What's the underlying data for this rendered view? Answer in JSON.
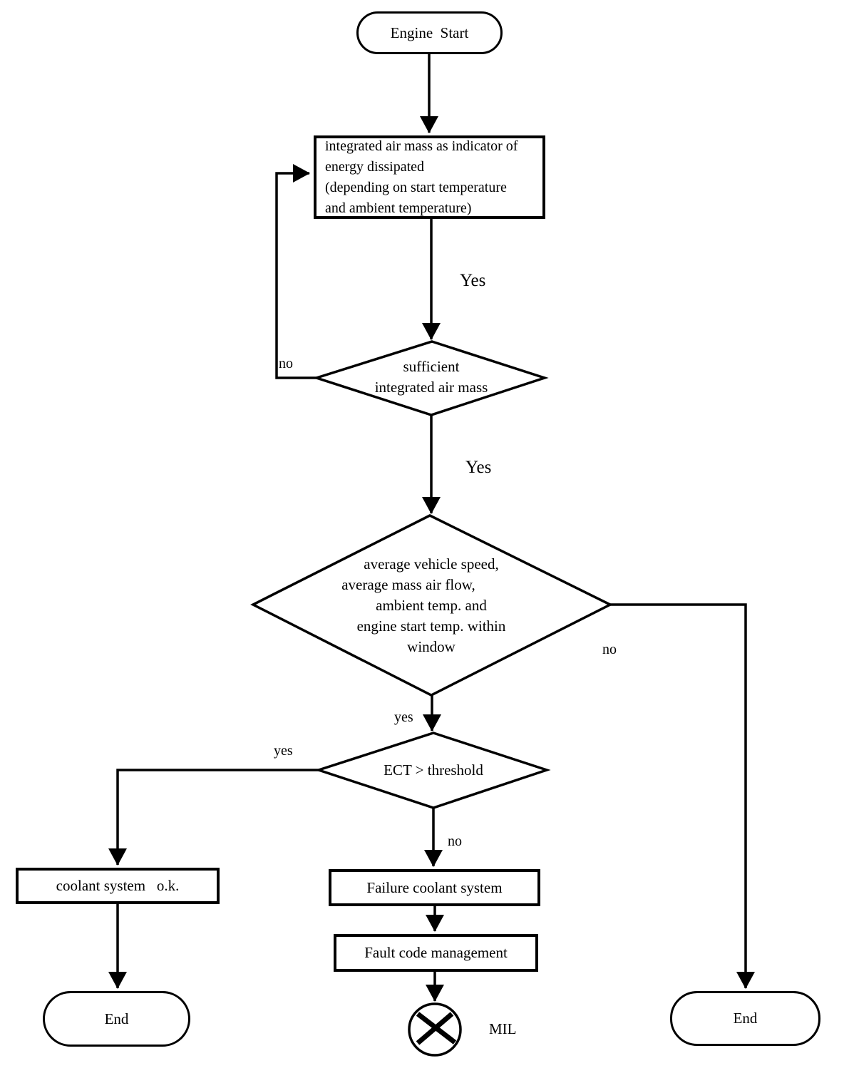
{
  "nodes": {
    "engine_start": {
      "label": "Engine  Start"
    },
    "air_mass": {
      "lines": [
        "integrated air mass as indicator of",
        "energy dissipated",
        "(depending on start temperature",
        "and ambient temperature)"
      ]
    },
    "d_air_mass": {
      "lines": [
        "sufficient",
        "integrated air mass"
      ]
    },
    "d_window": {
      "lines": [
        "average vehicle speed,",
        "average mass air flow,",
        "ambient temp. and",
        "engine start temp. within",
        "window"
      ]
    },
    "d_ect": {
      "label": "ECT > threshold"
    },
    "coolant_ok": {
      "label": "coolant system   o.k."
    },
    "failure_coolant": {
      "label": "Failure coolant system"
    },
    "fault_code": {
      "label": "Fault code management"
    },
    "mil": {
      "label": "MIL"
    },
    "end_left": {
      "label": "End"
    },
    "end_right": {
      "label": "End"
    }
  },
  "edge_labels": {
    "yes_air_mass": "Yes",
    "no_air_mass": "no",
    "yes_window": "Yes",
    "no_window": "no",
    "yes_ect_top": "yes",
    "yes_ect_left": "yes",
    "no_ect": "no"
  },
  "colors": {
    "line": "#000000",
    "background": "#ffffff"
  }
}
